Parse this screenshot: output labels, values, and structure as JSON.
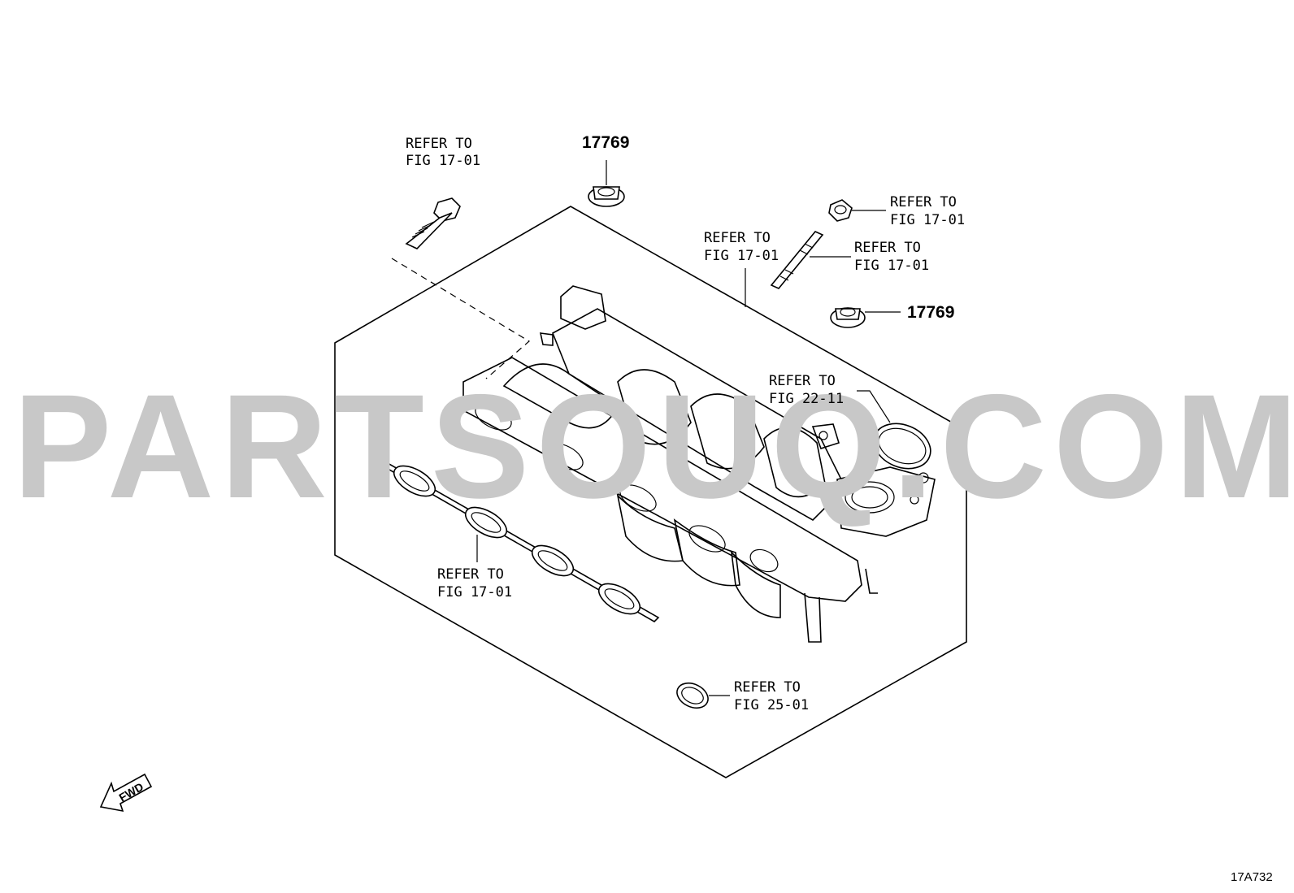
{
  "watermark": "PARTSOUQ.COM",
  "figure_code": "17A732",
  "fwd_label": "FWD",
  "labels": {
    "bolt_top_left": [
      "REFER TO",
      "FIG 17-01"
    ],
    "grommet_top": "17769",
    "nut_right": [
      "REFER TO",
      "FIG 17-01"
    ],
    "stud_right": [
      "REFER TO",
      "FIG 17-01"
    ],
    "manifold": [
      "REFER TO",
      "FIG 17-01"
    ],
    "grommet_right": "17769",
    "ring_gasket": [
      "REFER TO",
      "FIG 22-11"
    ],
    "manifold_gasket": [
      "REFER TO",
      "FIG 17-01"
    ],
    "o_ring_bottom": [
      "REFER TO",
      "FIG 25-01"
    ]
  }
}
